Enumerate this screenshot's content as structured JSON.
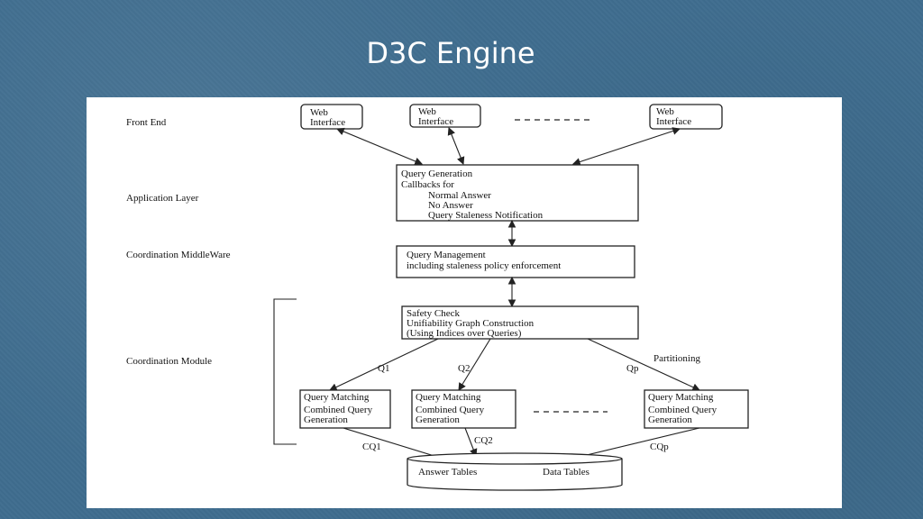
{
  "slide": {
    "title": "D3C Engine"
  },
  "layers": {
    "front_end": "Front End",
    "application_layer": "Application Layer",
    "coordination_middleware": "Coordination MiddleWare",
    "coordination_module": "Coordination Module"
  },
  "web_interfaces": [
    {
      "line1": "Web",
      "line2": "Interface"
    },
    {
      "line1": "Web",
      "line2": "Interface"
    },
    {
      "line1": "Web",
      "line2": "Interface"
    }
  ],
  "query_generation_box": {
    "line1": "Query Generation",
    "line2": "Callbacks for",
    "line3": "Normal Answer",
    "line4": "No Answer",
    "line5": "Query Staleness Notification"
  },
  "query_management_box": {
    "line1": "Query Management",
    "line2": "including staleness policy enforcement"
  },
  "safety_check_box": {
    "line1": "Safety Check",
    "line2": "Unifiability Graph Construction",
    "line3": "(Using Indices over Queries)"
  },
  "partitioning_label": "Partitioning",
  "partition_labels": [
    "Q1",
    "Q2",
    "Qp"
  ],
  "query_matching_boxes": [
    {
      "line1": "Query Matching",
      "line2": "Combined Query",
      "line3": "Generation"
    },
    {
      "line1": "Query Matching",
      "line2": "Combined Query",
      "line3": "Generation"
    },
    {
      "line1": "Query Matching",
      "line2": "Combined Query",
      "line3": "Generation"
    }
  ],
  "combined_query_labels": [
    "CQ1",
    "CQ2",
    "CQp"
  ],
  "database": {
    "answer_tables": "Answer Tables",
    "data_tables": "Data Tables"
  }
}
